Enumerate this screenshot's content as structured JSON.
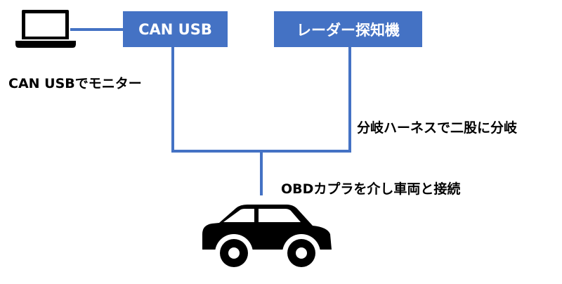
{
  "nodes": {
    "can_usb": "CAN USB",
    "radar_detector": "レーダー探知機"
  },
  "annotations": {
    "monitor": "CAN USBでモニター",
    "branch": "分岐ハーネスで二股に分岐",
    "obd": "OBDカプラを介し車両と接続"
  },
  "icons": {
    "laptop": "laptop-icon",
    "car": "car-icon"
  },
  "colors": {
    "box_fill": "#4472c4",
    "line": "#4472c4",
    "box_text": "#ffffff",
    "text": "#000000",
    "icon": "#000000"
  }
}
